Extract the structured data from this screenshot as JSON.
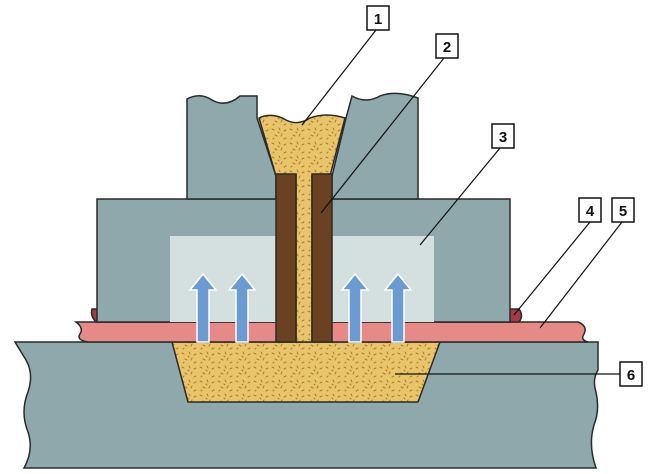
{
  "callouts": [
    {
      "label": "1",
      "target": "sand-inside-funnel"
    },
    {
      "label": "2",
      "target": "vertical-wall-plates"
    },
    {
      "label": "3",
      "target": "inner-light-zone"
    },
    {
      "label": "4",
      "target": "dark-red-strip-right"
    },
    {
      "label": "5",
      "target": "pink-plate-right"
    },
    {
      "label": "6",
      "target": "sand-bed-in-base"
    }
  ],
  "colors": {
    "steel": "#8fa8ab",
    "steel_outline": "#2a2a2a",
    "inner_zone": "#d4dfe0",
    "sand": "#e8c46a",
    "sand_speckle": "#b37a2a",
    "wall_brown": "#6a4222",
    "pink_plate": "#e58a86",
    "dark_red_strip": "#a23b45",
    "arrow_blue": "#6b9bd0",
    "arrow_outline": "#ffffff",
    "callout_box": "#ffffff"
  }
}
